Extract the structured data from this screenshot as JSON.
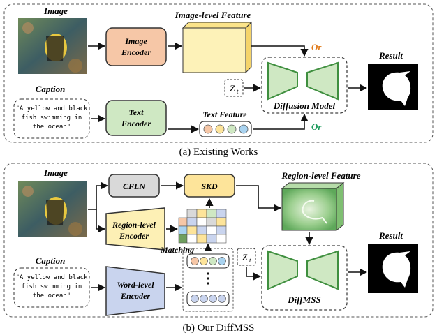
{
  "panel_a": {
    "image_title": "Image",
    "image_level_feature": "Image-level Feature",
    "image_encoder": [
      "Image",
      "Encoder"
    ],
    "or_top": "Or",
    "result_title": "Result",
    "zt": "Z",
    "zt_sub": "t",
    "caption_title": "Caption",
    "caption_text": [
      "\"A yellow and black",
      "fish swimming in",
      "the ocean\""
    ],
    "text_encoder": [
      "Text",
      "Encoder"
    ],
    "text_feature": "Text Feature",
    "diffusion_model": "Diffusion Model",
    "or_bottom": "Or",
    "caption": "(a) Existing Works"
  },
  "panel_b": {
    "image_title": "Image",
    "cfln": "CFLN",
    "skd": "SKD",
    "region_level_feature": "Region-level Feature",
    "region_encoder": [
      "Region-level",
      "Encoder"
    ],
    "matching": "Matching",
    "result_title": "Result",
    "zt": "Z",
    "zt_sub": "t",
    "caption_title": "Caption",
    "caption_text": [
      "\"A yellow and black",
      "fish swimming in",
      "the ocean\""
    ],
    "word_encoder": [
      "Word-level",
      "Encoder"
    ],
    "diffmss": "DiffMSS",
    "caption": "(b) Our DiffMSS"
  },
  "colors": {
    "image_encoder": "#f6c7a7",
    "text_encoder": "#cfe8c3",
    "feature_block": "#fdf2b8",
    "diffusion_fill": "#cfe8c3",
    "diffusion_stroke": "#3f8f3f",
    "or_top": "#e07a1a",
    "or_bottom": "#1a9a5a",
    "cfln": "#d9d9d9",
    "skd": "#fde49a",
    "region_encoder": "#fdf0b5",
    "word_encoder": "#c9d4ee",
    "text_dots": [
      "#f6c7a7",
      "#fde49a",
      "#cfe8c3",
      "#a9d3f0"
    ]
  }
}
